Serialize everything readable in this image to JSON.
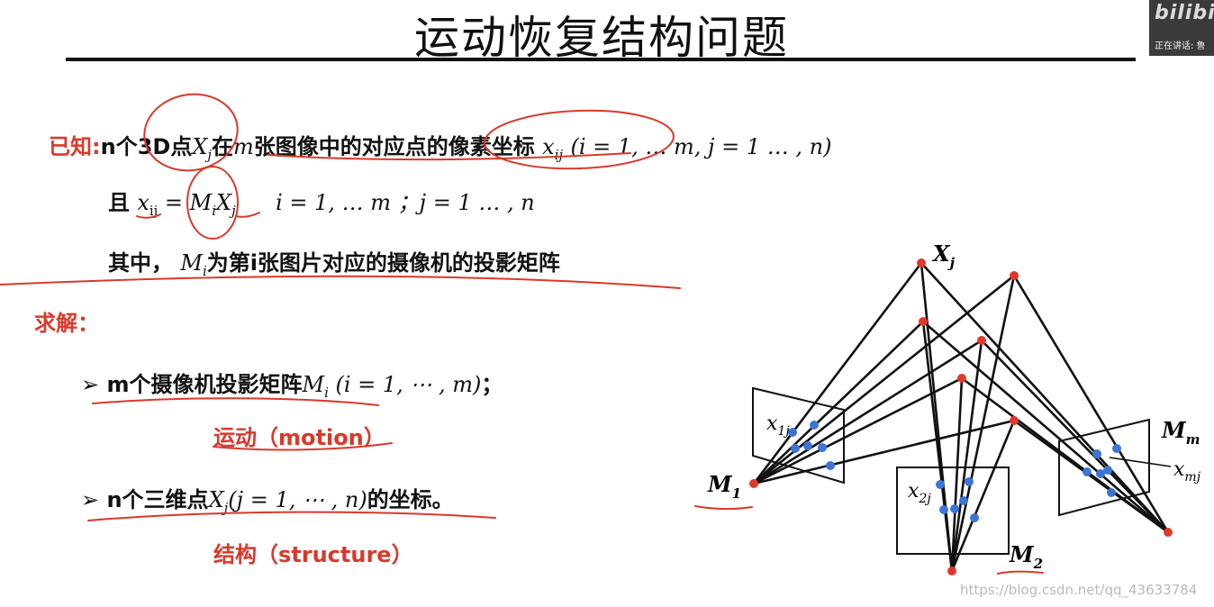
{
  "title": "运动恢复结构问题",
  "logo": {
    "brand": "bilibili",
    "speaking": "正在讲话: 鲁"
  },
  "known": {
    "label": "已知:",
    "l1_a": "n个3D点",
    "l1_xj_base": "X",
    "l1_xj_sub": "j",
    "l1_b": "在",
    "l1_m": "m",
    "l1_c": "张图像中的对应点的像素坐标",
    "l1_x_base": "x",
    "l1_x_sub": "ij",
    "l1_range": "(i = 1, … m, j = 1 … , n)",
    "l2_a": "且",
    "l2_x_base": "x",
    "l2_x_sub": "ij",
    "l2_eq": " = ",
    "l2_M_base": "M",
    "l2_M_sub": "i",
    "l2_X_base": "X",
    "l2_X_sub": "j",
    "l2_range": "i = 1, … m ；j = 1 … , n",
    "l3_a": "其中，",
    "l3_M_base": "M",
    "l3_M_sub": "i",
    "l3_b": "为第i张图片对应的摄像机的投影矩阵"
  },
  "solve": {
    "label": "求解：",
    "b1_arrow": "➢",
    "b1_a": "m个摄像机投影矩阵",
    "b1_M_base": "M",
    "b1_M_sub": "i",
    "b1_range": " (i = 1, ⋯ , m)",
    "b1_end": "；",
    "motion": "运动（motion）",
    "b2_arrow": "➢",
    "b2_a": "n个三维点",
    "b2_X_base": "X",
    "b2_X_sub": "j",
    "b2_range": "(j = 1, ⋯ , n)",
    "b2_b": "的坐标。",
    "structure": "结构（structure）"
  },
  "diagram_labels": {
    "Xj_base": "X",
    "Xj_sub": "j",
    "M1_base": "M",
    "M1_sub": "1",
    "M2_base": "M",
    "M2_sub": "2",
    "Mm_base": "M",
    "Mm_sub": "m",
    "x1j_base": "x",
    "x1j_sub": "1j",
    "x2j_base": "x",
    "x2j_sub": "2j",
    "xmj_base": "x",
    "xmj_sub": "mj"
  },
  "watermark": "https://blog.csdn.net/qq_43633784",
  "colors": {
    "accent_red": "#d8392b",
    "point_red": "#e0392b",
    "point_blue": "#3d74d6",
    "ink": "#111111"
  }
}
